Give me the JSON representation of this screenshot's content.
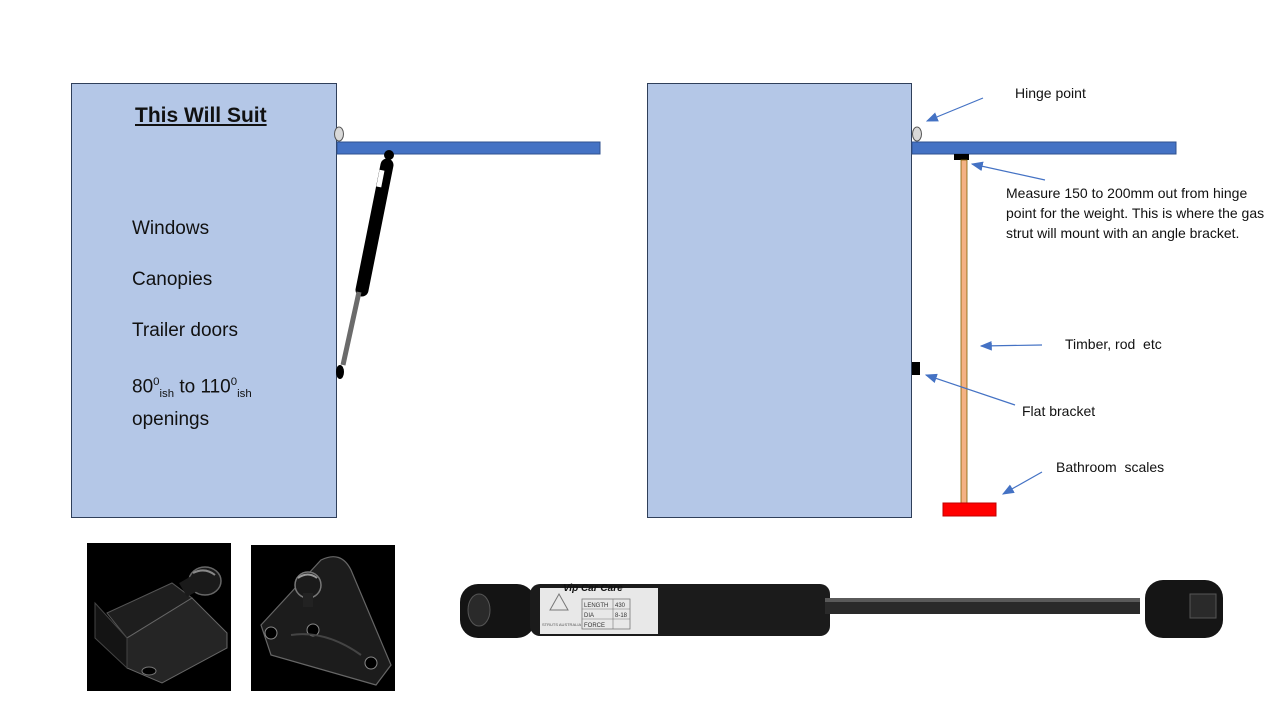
{
  "left_panel": {
    "title": "This Will Suit",
    "items": [
      "Windows",
      "Canopies",
      "Trailer doors"
    ],
    "openings": {
      "a": "80",
      "a_sup": "0",
      "a_sub": "ish",
      "to": " to ",
      "b": "110",
      "b_sup": "0",
      "b_sub": "ish",
      "line2": "openings"
    }
  },
  "annotations": {
    "hinge": "Hinge point",
    "measure": "Measure 150 to 200mm out from hinge point for the weight. This is where the gas strut will mount  with an angle bracket.",
    "timber": "Timber, rod  etc",
    "flat_bracket": "Flat bracket",
    "scales": "Bathroom  scales"
  },
  "strut_photo": {
    "brand": "Vip Car Care",
    "spec_labels": [
      "LENGTH",
      "DIA",
      "FORCE"
    ],
    "spec_values": [
      "430",
      "8-18",
      ""
    ],
    "maker": "STRUTS AUSTRALIA"
  },
  "colors": {
    "panel_fill": "#b4c7e7",
    "bar": "#4472c4",
    "rod": "#f4b183",
    "scales": "#ff0000",
    "arrow": "#4472c4"
  }
}
